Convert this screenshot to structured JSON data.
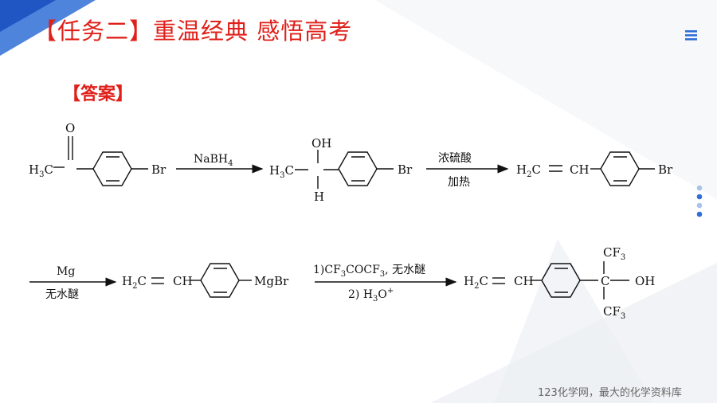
{
  "header": {
    "title": "【任务二】重温经典  感悟高考",
    "answer_label": "【答案】"
  },
  "footer": {
    "watermark": "123化学网，最大的化学资料库"
  },
  "scheme": {
    "row1": {
      "reactant": {
        "h3c": "H",
        "sub3": "3",
        "c": "C",
        "o": "O",
        "br": "Br"
      },
      "arrow1": {
        "reagent": "NaBH",
        "reagent_sub": "4"
      },
      "intermediate": {
        "h3c": "H",
        "sub3": "3",
        "c": "C",
        "oh": "OH",
        "h": "H",
        "br": "Br"
      },
      "arrow2": {
        "above": "浓硫酸",
        "below": "加热"
      },
      "product": {
        "h2c": "H",
        "sub2": "2",
        "c": "C",
        "eq": "=",
        "ch": "CH",
        "br": "Br"
      }
    },
    "row2": {
      "arrow1": {
        "above": "Mg",
        "below": "无水醚"
      },
      "grignard": {
        "h2c": "H",
        "sub2": "2",
        "c": "C",
        "eq": "=",
        "ch": "CH",
        "mgbr": "MgBr"
      },
      "arrow2": {
        "above_1": "1)CF",
        "above_sub1": "3",
        "above_2": "COCF",
        "above_sub2": "3",
        "above_3": ", 无水醚",
        "below_1": "2) H",
        "below_sub": "3",
        "below_2": "O",
        "below_sup": "+"
      },
      "product": {
        "h2c": "H",
        "sub2": "2",
        "c": "C",
        "eq": "=",
        "ch": "CH",
        "cf3_top": "CF",
        "cf3_bottom": "CF",
        "sub3": "3",
        "qc": "C",
        "oh": "OH"
      }
    }
  },
  "colors": {
    "title_red": "#e0201a",
    "accent_blue": "#2f6fd6",
    "dot_light": "#a9c3ec"
  }
}
